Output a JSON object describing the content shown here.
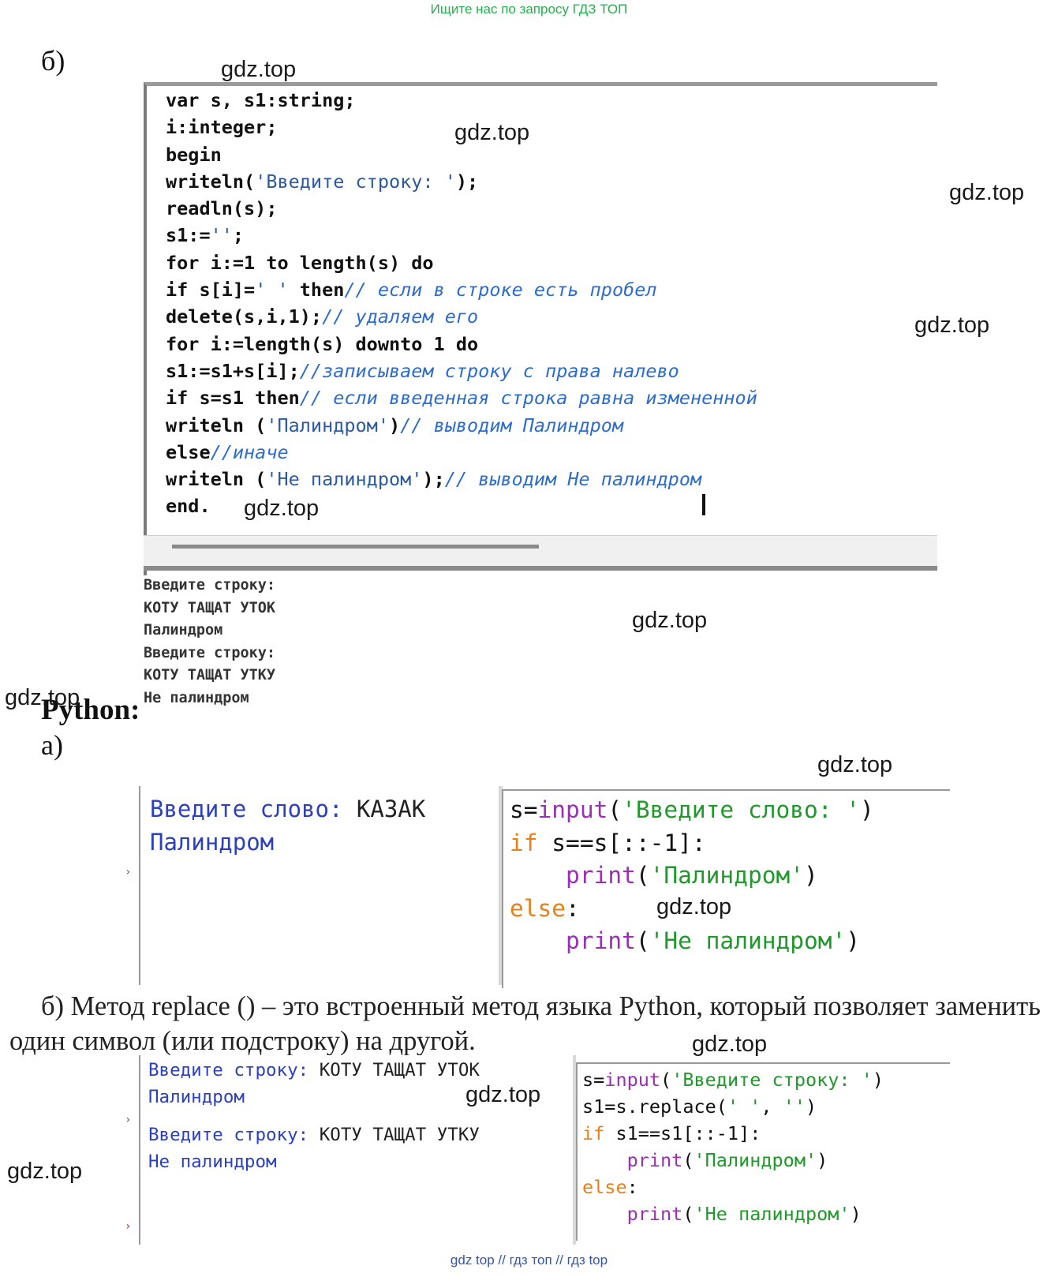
{
  "header": {
    "text": "Ищите нас по запросу ГДЗ ТОП",
    "color": "#22b14c"
  },
  "labels": {
    "b1": "б)",
    "python": "Python:",
    "a": "а)",
    "para_b": "б) Метод replace () – это встроенный метод языка Python, который позволяет заменить один символ (или подстроку) на другой."
  },
  "watermark": "gdz.top",
  "pascal": {
    "lines": [
      [
        {
          "t": "var s, s1:string;",
          "c": "kw"
        }
      ],
      [
        {
          "t": "i:integer;",
          "c": "kw"
        }
      ],
      [
        {
          "t": "begin",
          "c": "kw"
        }
      ],
      [
        {
          "t": "writeln(",
          "c": "kw"
        },
        {
          "t": "'Введите строку: '",
          "c": "str"
        },
        {
          "t": ");",
          "c": "kw"
        }
      ],
      [
        {
          "t": "readln(s);",
          "c": "kw"
        }
      ],
      [
        {
          "t": "s1:=",
          "c": "kw"
        },
        {
          "t": "''",
          "c": "str"
        },
        {
          "t": ";",
          "c": "kw"
        }
      ],
      [
        {
          "t": "for i:=1 to length(s) do",
          "c": "kw"
        }
      ],
      [
        {
          "t": "if s[i]=",
          "c": "kw"
        },
        {
          "t": "' '",
          "c": "str"
        },
        {
          "t": " then",
          "c": "kw"
        },
        {
          "t": "// если в строке есть пробел",
          "c": "cmt"
        }
      ],
      [
        {
          "t": "delete(s,i,1);",
          "c": "kw"
        },
        {
          "t": "// удаляем его",
          "c": "cmt"
        }
      ],
      [
        {
          "t": "for i:=length(s) downto 1 do",
          "c": "kw"
        }
      ],
      [
        {
          "t": "s1:=s1+s[i];",
          "c": "kw"
        },
        {
          "t": "//записываем строку с права налево",
          "c": "cmt"
        }
      ],
      [
        {
          "t": "if s=s1 then",
          "c": "kw"
        },
        {
          "t": "// если введенная строка равна измененной",
          "c": "cmt"
        }
      ],
      [
        {
          "t": "writeln (",
          "c": "kw"
        },
        {
          "t": "'Палиндром'",
          "c": "str"
        },
        {
          "t": ")",
          "c": "kw"
        },
        {
          "t": "// выводим Палиндром",
          "c": "cmt"
        }
      ],
      [
        {
          "t": "else",
          "c": "kw"
        },
        {
          "t": "//иначе",
          "c": "cmt"
        }
      ],
      [
        {
          "t": "writeln (",
          "c": "kw"
        },
        {
          "t": "'Не палиндром'",
          "c": "str"
        },
        {
          "t": ");",
          "c": "kw"
        },
        {
          "t": "// выводим Не палиндром",
          "c": "cmt"
        }
      ],
      [
        {
          "t": "end.",
          "c": "kw"
        }
      ]
    ]
  },
  "pascal_output": "Введите строку:\nКОТУ ТАЩАТ УТОК\nПалиндром\nВведите строку:\nКОТУ ТАЩАТ УТКУ\nНе палиндром",
  "python_a": {
    "console": {
      "prompt1": "Введите слово: ",
      "value1": "КАЗАК",
      "result1": "Палиндром",
      "prompt_marker": "›"
    },
    "code": [
      [
        {
          "t": "s=",
          "c": "py-op"
        },
        {
          "t": "input",
          "c": "py-fn"
        },
        {
          "t": "(",
          "c": "py-op"
        },
        {
          "t": "'Введите слово: '",
          "c": "py-str"
        },
        {
          "t": ")",
          "c": "py-op"
        }
      ],
      [
        {
          "t": "if",
          "c": "py-kw"
        },
        {
          "t": " s==s[::-1]:",
          "c": "py-op"
        }
      ],
      [
        {
          "t": "    ",
          "c": "py-op"
        },
        {
          "t": "print",
          "c": "py-fn"
        },
        {
          "t": "(",
          "c": "py-op"
        },
        {
          "t": "'Палиндром'",
          "c": "py-str"
        },
        {
          "t": ")",
          "c": "py-op"
        }
      ],
      [
        {
          "t": "else",
          "c": "py-kw"
        },
        {
          "t": ":",
          "c": "py-op"
        }
      ],
      [
        {
          "t": "    ",
          "c": "py-op"
        },
        {
          "t": "print",
          "c": "py-fn"
        },
        {
          "t": "(",
          "c": "py-op"
        },
        {
          "t": "'Не палиндром'",
          "c": "py-str"
        },
        {
          "t": ")",
          "c": "py-op"
        }
      ]
    ]
  },
  "python_b": {
    "console": {
      "prompt1": "Введите строку: ",
      "value1": "КОТУ ТАЩАТ УТОК",
      "result1": "Палиндром",
      "prompt2": "Введите строку: ",
      "value2": "КОТУ ТАЩАТ УТКУ",
      "result2": "Не палиндром",
      "prompt_marker": "›"
    },
    "code": [
      [
        {
          "t": "s=",
          "c": "py-op"
        },
        {
          "t": "input",
          "c": "py-fn"
        },
        {
          "t": "(",
          "c": "py-op"
        },
        {
          "t": "'Введите строку: '",
          "c": "py-str"
        },
        {
          "t": ")",
          "c": "py-op"
        }
      ],
      [
        {
          "t": "s1=s.replace(",
          "c": "py-op"
        },
        {
          "t": "' '",
          "c": "py-str"
        },
        {
          "t": ", ",
          "c": "py-op"
        },
        {
          "t": "''",
          "c": "py-str"
        },
        {
          "t": ")",
          "c": "py-op"
        }
      ],
      [
        {
          "t": "if",
          "c": "py-kw"
        },
        {
          "t": " s1==s1[::-1]:",
          "c": "py-op"
        }
      ],
      [
        {
          "t": "    ",
          "c": "py-op"
        },
        {
          "t": "print",
          "c": "py-fn"
        },
        {
          "t": "(",
          "c": "py-op"
        },
        {
          "t": "'Палиндром'",
          "c": "py-str"
        },
        {
          "t": ")",
          "c": "py-op"
        }
      ],
      [
        {
          "t": "else",
          "c": "py-kw"
        },
        {
          "t": ":",
          "c": "py-op"
        }
      ],
      [
        {
          "t": "    ",
          "c": "py-op"
        },
        {
          "t": "print",
          "c": "py-fn"
        },
        {
          "t": "(",
          "c": "py-op"
        },
        {
          "t": "'Не палиндром'",
          "c": "py-str"
        },
        {
          "t": ")",
          "c": "py-op"
        }
      ]
    ]
  },
  "footer": {
    "text": "gdz top  //  гдз топ  //  гдз top",
    "color": "#3355aa"
  }
}
